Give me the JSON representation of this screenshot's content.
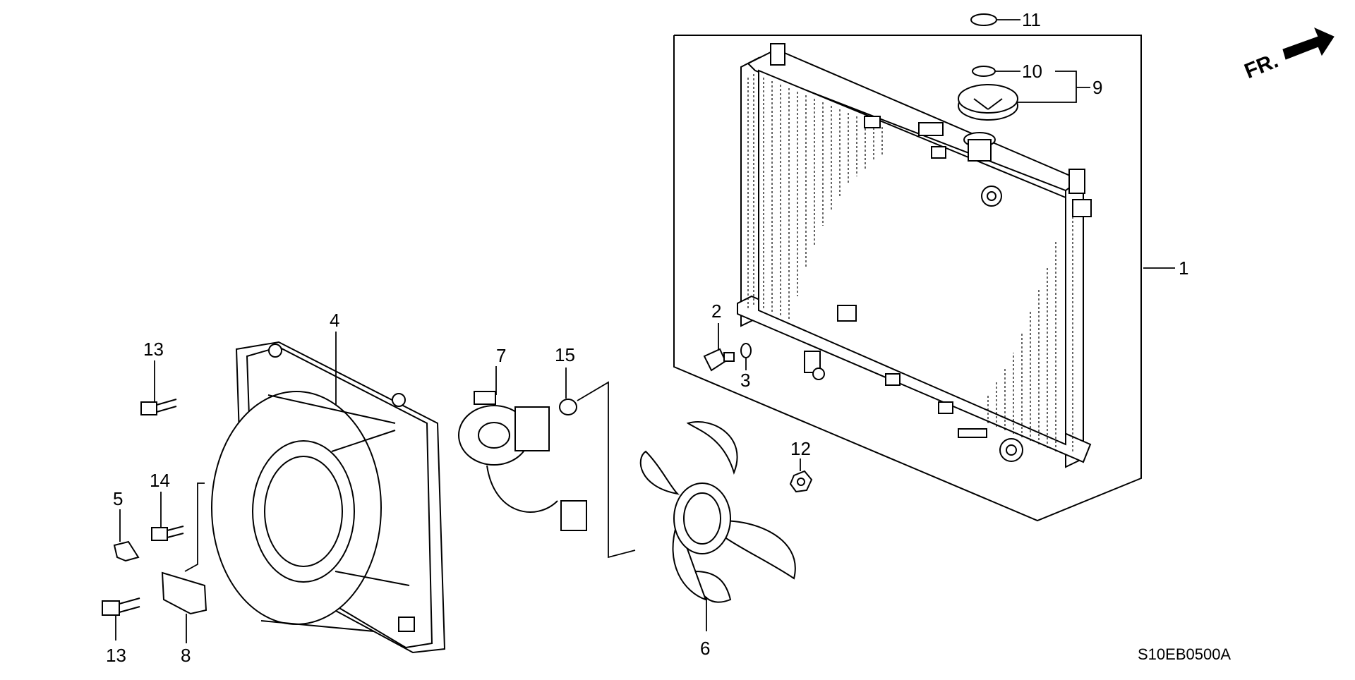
{
  "diagram": {
    "callouts": {
      "c1": "1",
      "c2": "2",
      "c3": "3",
      "c4": "4",
      "c5": "5",
      "c6": "6",
      "c7": "7",
      "c8": "8",
      "c9": "9",
      "c10": "10",
      "c11": "11",
      "c12": "12",
      "c13a": "13",
      "c13b": "13",
      "c14": "14",
      "c15": "15"
    },
    "front_indicator": "FR.",
    "drawing_code": "S10EB0500A"
  }
}
